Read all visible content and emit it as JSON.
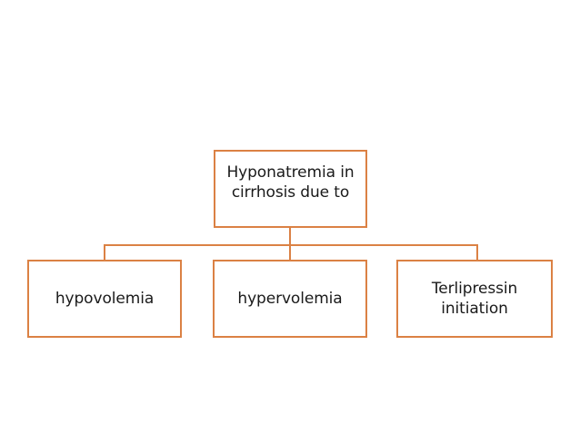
{
  "diagram": {
    "type": "flowchart",
    "orientation": "top-down",
    "background_color": "#ffffff",
    "border_color": "#db8144",
    "connector_color": "#db8144",
    "text_color": "#1a1a1a",
    "root": {
      "id": "root",
      "label": "Hyponatremia in\ncirrhosis due to"
    },
    "children": [
      {
        "id": "hypovolemia",
        "label": "hypovolemia"
      },
      {
        "id": "hypervolemia",
        "label": "hypervolemia"
      },
      {
        "id": "terlipressin",
        "label": "Terlipressin\ninitiation"
      }
    ]
  }
}
